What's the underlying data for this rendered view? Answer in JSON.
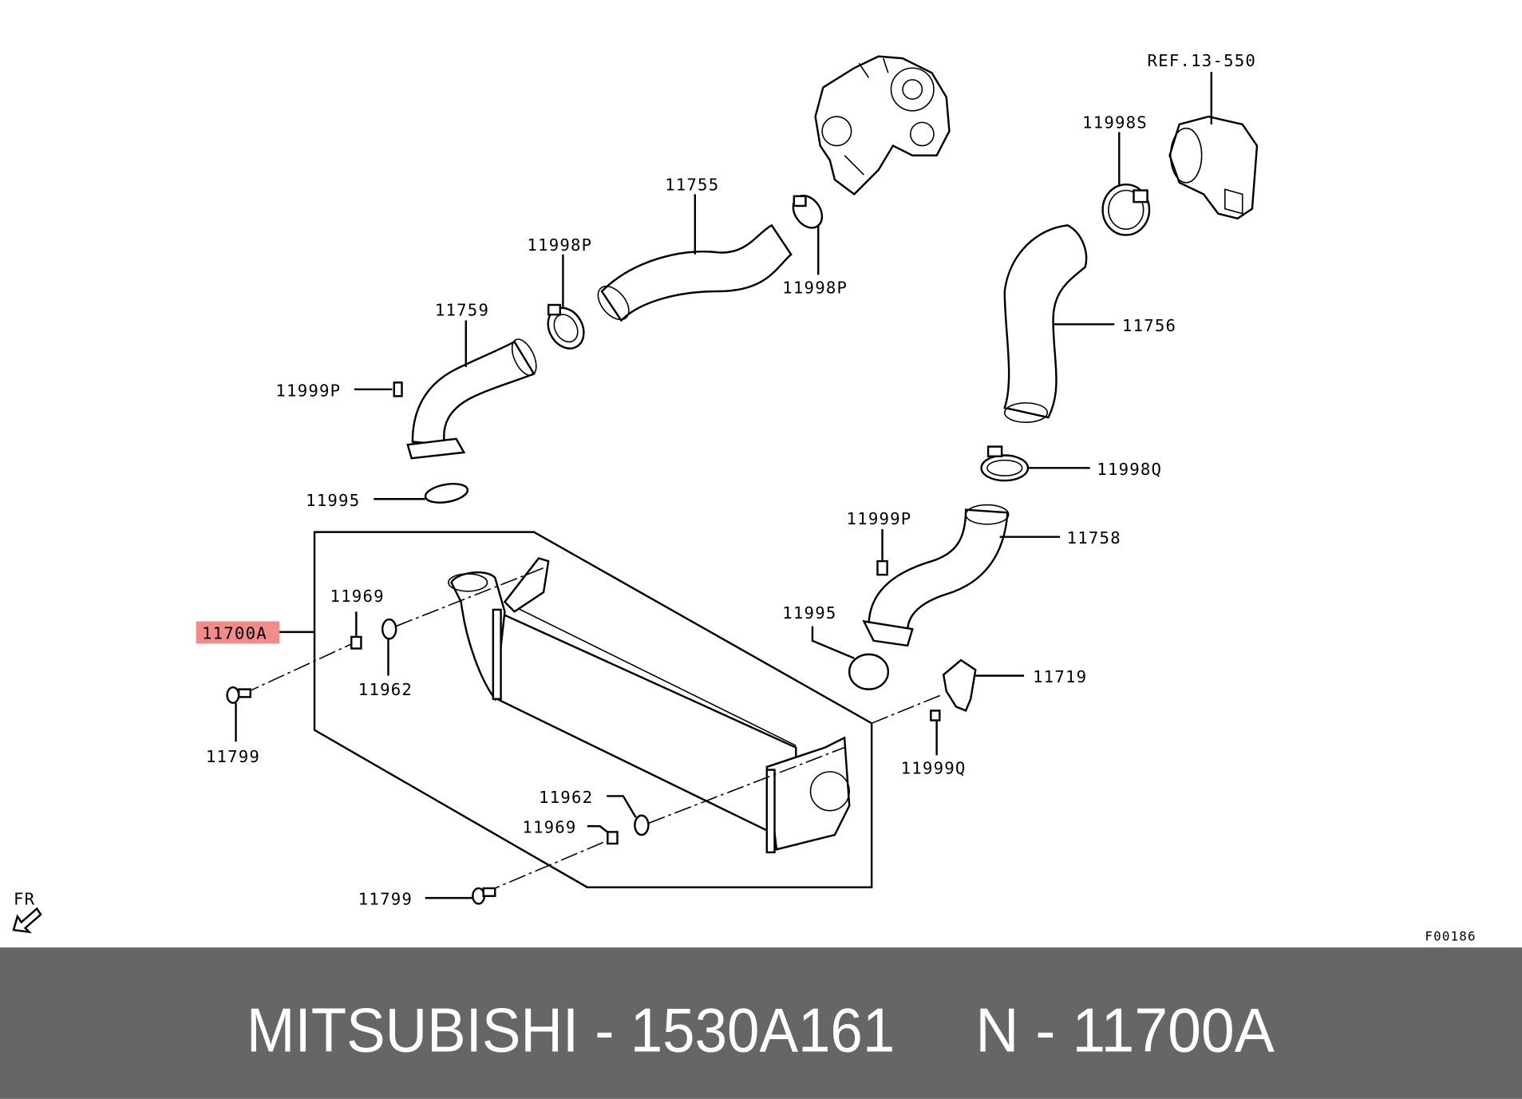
{
  "diagram": {
    "labels": {
      "ref": "REF.13-550",
      "p11998S": "11998S",
      "p11755": "11755",
      "p11998P_a": "11998P",
      "p11998P_b": "11998P",
      "p11759": "11759",
      "p11756": "11756",
      "p11999P_a": "11999P",
      "p11995_a": "11995",
      "p11998Q": "11998Q",
      "p11999P_b": "11999P",
      "p11758": "11758",
      "p11969_a": "11969",
      "p11700A": "11700A",
      "p11962_a": "11962",
      "p11995_b": "11995",
      "p11719": "11719",
      "p11799_a": "11799",
      "p11999Q": "11999Q",
      "p11962_b": "11962",
      "p11969_b": "11969",
      "p11799_b": "11799",
      "fr": "FR",
      "figure_code": "F00186"
    },
    "highlight_color": "#f28b8b"
  },
  "banner": {
    "part_number": "MITSUBISHI - 1530A161",
    "ref_number": "N - 11700A",
    "background": "#666666"
  }
}
